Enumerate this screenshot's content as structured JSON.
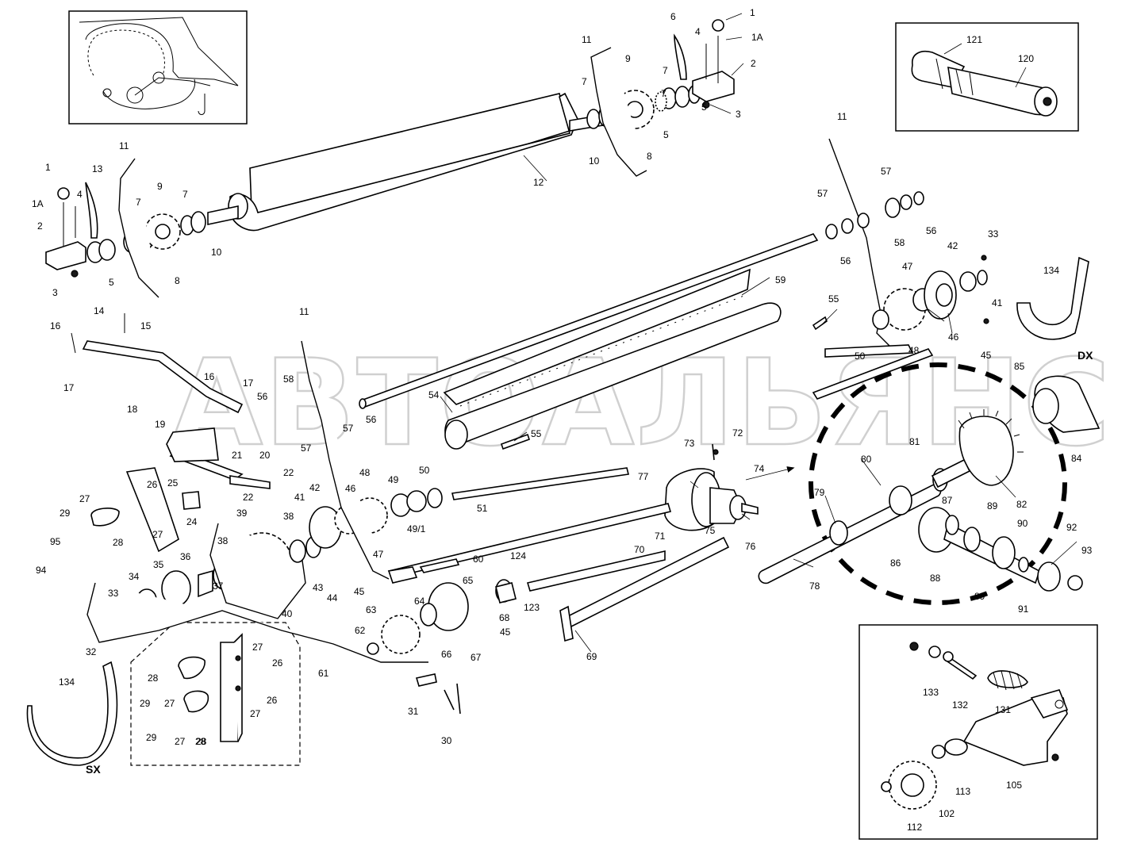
{
  "watermark": "АВТОАЛЬЯНС",
  "side_labels": {
    "left": "SX",
    "right": "DX"
  },
  "callouts": [
    {
      "id": "c1a",
      "text": "1"
    },
    {
      "id": "c1b",
      "text": "1A"
    },
    {
      "id": "c2",
      "text": "2"
    },
    {
      "id": "c3",
      "text": "3"
    },
    {
      "id": "c4",
      "text": "4"
    },
    {
      "id": "c6",
      "text": "6"
    },
    {
      "id": "c11",
      "text": "11"
    },
    {
      "id": "c7a",
      "text": "7"
    },
    {
      "id": "c9",
      "text": "9"
    },
    {
      "id": "c7b",
      "text": "7"
    },
    {
      "id": "c5a",
      "text": "5"
    },
    {
      "id": "c5b",
      "text": "5"
    },
    {
      "id": "c10",
      "text": "10"
    },
    {
      "id": "c8",
      "text": "8"
    },
    {
      "id": "c7c",
      "text": "7"
    },
    {
      "id": "c12",
      "text": "12"
    },
    {
      "id": "c121",
      "text": "121"
    },
    {
      "id": "c120",
      "text": "120"
    },
    {
      "id": "l1",
      "text": "1"
    },
    {
      "id": "l13",
      "text": "13"
    },
    {
      "id": "l11",
      "text": "11"
    },
    {
      "id": "l1a",
      "text": "1A"
    },
    {
      "id": "l4",
      "text": "4"
    },
    {
      "id": "l9",
      "text": "9"
    },
    {
      "id": "l7a",
      "text": "7"
    },
    {
      "id": "l7b",
      "text": "7"
    },
    {
      "id": "l2",
      "text": "2"
    },
    {
      "id": "l5",
      "text": "5"
    },
    {
      "id": "l8",
      "text": "8"
    },
    {
      "id": "l10",
      "text": "10"
    },
    {
      "id": "l3",
      "text": "3"
    },
    {
      "id": "r11",
      "text": "11"
    },
    {
      "id": "r57a",
      "text": "57"
    },
    {
      "id": "r57b",
      "text": "57"
    },
    {
      "id": "r56a",
      "text": "56"
    },
    {
      "id": "r58",
      "text": "58"
    },
    {
      "id": "r56b",
      "text": "56"
    },
    {
      "id": "r33",
      "text": "33"
    },
    {
      "id": "r42",
      "text": "42"
    },
    {
      "id": "r47",
      "text": "47"
    },
    {
      "id": "r59",
      "text": "59"
    },
    {
      "id": "r55",
      "text": "55"
    },
    {
      "id": "r41",
      "text": "41"
    },
    {
      "id": "r46",
      "text": "46"
    },
    {
      "id": "r48",
      "text": "48"
    },
    {
      "id": "r45",
      "text": "45"
    },
    {
      "id": "r50",
      "text": "50"
    },
    {
      "id": "r134",
      "text": "134"
    },
    {
      "id": "r85",
      "text": "85"
    },
    {
      "id": "r84",
      "text": "84"
    },
    {
      "id": "r81",
      "text": "81"
    },
    {
      "id": "r80",
      "text": "80"
    },
    {
      "id": "r79",
      "text": "79"
    },
    {
      "id": "r82",
      "text": "82"
    },
    {
      "id": "r87",
      "text": "87"
    },
    {
      "id": "r89a",
      "text": "89"
    },
    {
      "id": "r86",
      "text": "86"
    },
    {
      "id": "r88",
      "text": "88"
    },
    {
      "id": "r90",
      "text": "90"
    },
    {
      "id": "r92",
      "text": "92"
    },
    {
      "id": "r93",
      "text": "93"
    },
    {
      "id": "r89b",
      "text": "89"
    },
    {
      "id": "r91",
      "text": "91"
    },
    {
      "id": "r78",
      "text": "78"
    },
    {
      "id": "m14",
      "text": "14"
    },
    {
      "id": "m15",
      "text": "15"
    },
    {
      "id": "m16a",
      "text": "16"
    },
    {
      "id": "m17a",
      "text": "17"
    },
    {
      "id": "m18",
      "text": "18"
    },
    {
      "id": "m16b",
      "text": "16"
    },
    {
      "id": "m17b",
      "text": "17"
    },
    {
      "id": "m11",
      "text": "11"
    },
    {
      "id": "m58",
      "text": "58"
    },
    {
      "id": "m56a",
      "text": "56"
    },
    {
      "id": "m57a",
      "text": "57"
    },
    {
      "id": "m56b",
      "text": "56"
    },
    {
      "id": "m57b",
      "text": "57"
    },
    {
      "id": "m54",
      "text": "54"
    },
    {
      "id": "m55",
      "text": "55"
    },
    {
      "id": "m19",
      "text": "19"
    },
    {
      "id": "m21",
      "text": "21"
    },
    {
      "id": "m20",
      "text": "20"
    },
    {
      "id": "m22a",
      "text": "22"
    },
    {
      "id": "m22b",
      "text": "22"
    },
    {
      "id": "m25",
      "text": "25"
    },
    {
      "id": "m24",
      "text": "24"
    },
    {
      "id": "m26",
      "text": "26"
    },
    {
      "id": "m27a",
      "text": "27"
    },
    {
      "id": "m29",
      "text": "29"
    },
    {
      "id": "m28",
      "text": "28"
    },
    {
      "id": "m27b",
      "text": "27"
    },
    {
      "id": "m95",
      "text": "95"
    },
    {
      "id": "m94",
      "text": "94"
    },
    {
      "id": "m36",
      "text": "36"
    },
    {
      "id": "m35",
      "text": "35"
    },
    {
      "id": "m34",
      "text": "34"
    },
    {
      "id": "m33",
      "text": "33"
    },
    {
      "id": "m32",
      "text": "32"
    },
    {
      "id": "m39",
      "text": "39"
    },
    {
      "id": "m38a",
      "text": "38"
    },
    {
      "id": "m38b",
      "text": "38"
    },
    {
      "id": "m37",
      "text": "37"
    },
    {
      "id": "m40",
      "text": "40"
    },
    {
      "id": "m41",
      "text": "41"
    },
    {
      "id": "m42",
      "text": "42"
    },
    {
      "id": "m46",
      "text": "46"
    },
    {
      "id": "m48",
      "text": "48"
    },
    {
      "id": "m43",
      "text": "43"
    },
    {
      "id": "m44",
      "text": "44"
    },
    {
      "id": "m45a",
      "text": "45"
    },
    {
      "id": "m47",
      "text": "47"
    },
    {
      "id": "m49",
      "text": "49"
    },
    {
      "id": "m50",
      "text": "50"
    },
    {
      "id": "m491",
      "text": "49/1"
    },
    {
      "id": "m51",
      "text": "51"
    },
    {
      "id": "m60",
      "text": "60"
    },
    {
      "id": "m124",
      "text": "124"
    },
    {
      "id": "m65",
      "text": "65"
    },
    {
      "id": "m123",
      "text": "123"
    },
    {
      "id": "m64",
      "text": "64"
    },
    {
      "id": "m63",
      "text": "63"
    },
    {
      "id": "m68",
      "text": "68"
    },
    {
      "id": "m45b",
      "text": "45"
    },
    {
      "id": "m62",
      "text": "62"
    },
    {
      "id": "m66",
      "text": "66"
    },
    {
      "id": "m67",
      "text": "67"
    },
    {
      "id": "m61",
      "text": "61"
    },
    {
      "id": "m31",
      "text": "31"
    },
    {
      "id": "m30",
      "text": "30"
    },
    {
      "id": "m73",
      "text": "73"
    },
    {
      "id": "m72",
      "text": "72"
    },
    {
      "id": "m74",
      "text": "74"
    },
    {
      "id": "m77",
      "text": "77"
    },
    {
      "id": "m75",
      "text": "75"
    },
    {
      "id": "m76",
      "text": "76"
    },
    {
      "id": "m71",
      "text": "71"
    },
    {
      "id": "m70",
      "text": "70"
    },
    {
      "id": "m69",
      "text": "69"
    },
    {
      "id": "m134",
      "text": "134"
    },
    {
      "id": "d28a",
      "text": "28"
    },
    {
      "id": "d27a",
      "text": "27"
    },
    {
      "id": "d26a",
      "text": "26"
    },
    {
      "id": "d29a",
      "text": "29"
    },
    {
      "id": "d27b",
      "text": "27"
    },
    {
      "id": "d26b",
      "text": "26"
    },
    {
      "id": "d28b",
      "text": "28"
    },
    {
      "id": "d27c",
      "text": "27"
    },
    {
      "id": "d29b",
      "text": "29"
    },
    {
      "id": "d27d",
      "text": "27"
    },
    {
      "id": "d28c",
      "text": "28"
    },
    {
      "id": "i133",
      "text": "133"
    },
    {
      "id": "i132",
      "text": "132"
    },
    {
      "id": "i131",
      "text": "131"
    },
    {
      "id": "i113",
      "text": "113"
    },
    {
      "id": "i105",
      "text": "105"
    },
    {
      "id": "i112",
      "text": "112"
    },
    {
      "id": "i102",
      "text": "102"
    }
  ]
}
